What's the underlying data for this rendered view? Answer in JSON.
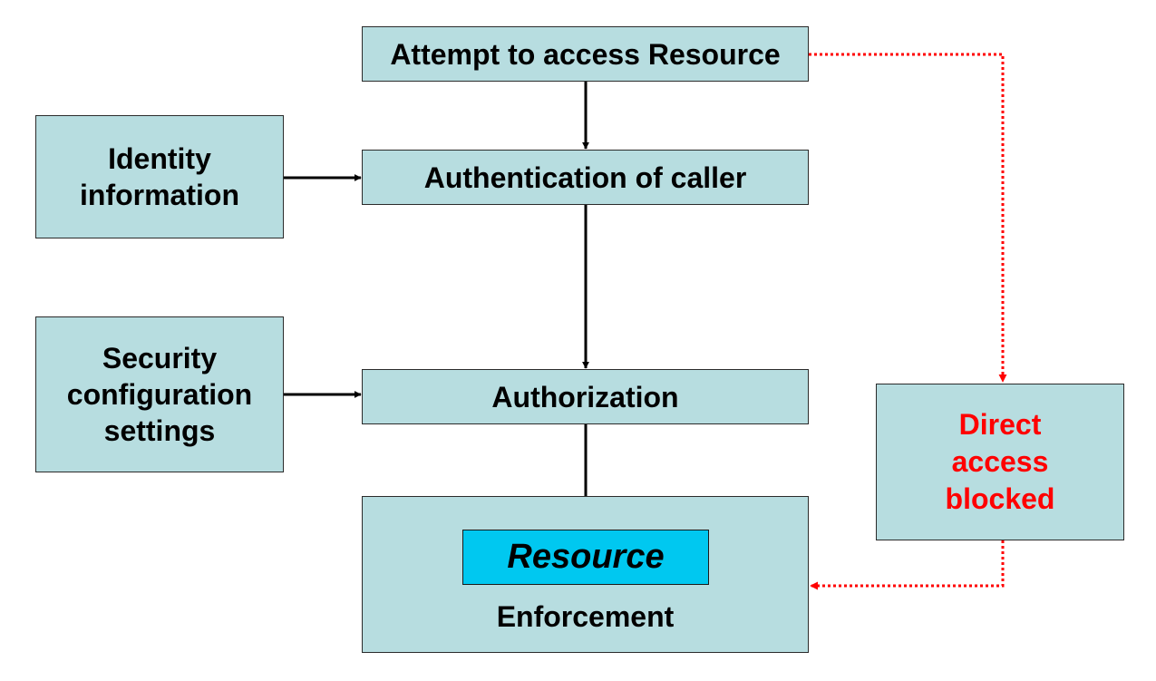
{
  "nodes": {
    "attempt": {
      "label": "Attempt to access Resource"
    },
    "authentication": {
      "label": "Authentication of caller"
    },
    "authorization": {
      "label": "Authorization"
    },
    "identity": {
      "lines": [
        "Identity",
        "information"
      ]
    },
    "security": {
      "lines": [
        "Security",
        "configuration",
        "settings"
      ]
    },
    "blocked": {
      "lines": [
        "Direct",
        "access",
        "blocked"
      ]
    },
    "resource": {
      "label": "Resource"
    },
    "enforcement": {
      "label": "Enforcement"
    }
  },
  "colors": {
    "box_fill": "#b7dde0",
    "resource_fill": "#00c8f0",
    "arrow_solid": "#000000",
    "arrow_dotted": "#ff0000",
    "blocked_text": "#ff0000"
  }
}
